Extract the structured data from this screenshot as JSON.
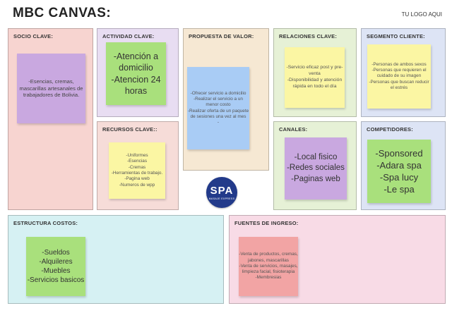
{
  "header": {
    "title": "MBC  CANVAS:",
    "logo_placeholder": "TU LOGO AQUI"
  },
  "blocks": {
    "socio_clave": {
      "title": "SOCIO CLAVE:",
      "note": "-Esencias, cremas, mascarillas artesanales de trabajadores de Bolivia."
    },
    "actividad_clave": {
      "title": "ACTIVIDAD CLAVE:",
      "note": "-Atención a domicilio\n-Atencion 24 horas"
    },
    "recursos_clave": {
      "title": "RECURSOS CLAVE::",
      "note": "-Uniformes\n-Esencias\n-Cremas\n-Herramientas de trabajo.\n-Pagina web\n-Numeros de wpp"
    },
    "propuesta_valor": {
      "title": "PROPUESTA DE VALOR:",
      "note": "-Ofrecer servicio a domicilio\n-Realizar el servicio a un menor costo\n-Realizar oferta de un paquete de sesiones una vez al mes\n-"
    },
    "relaciones_clave": {
      "title": "RELACIONES CLAVE:",
      "note": "-Servicio eficaz post y pre-venta\n-Disponibilidad y atención rápida en todo el día"
    },
    "canales": {
      "title": "CANALES:",
      "note": "-Local fisico\n-Redes sociales\n-Paginas web"
    },
    "segmento_cliente": {
      "title": "SEGMENTO CLIENTE:",
      "note": "-Personas de ambos sexos\n-Personas que requieren el cuidado de su imagen\n-Personas que buscan reducir el estrés"
    },
    "competidores": {
      "title": "COMPETIDORES:",
      "note": "-Sponsored\n-Adara spa\n-Spa lucy\n-Le spa"
    },
    "estructura_costos": {
      "title": "ESTRUCTURA COSTOS:",
      "note": "-Sueldos\n-Alquileres\n-Muebles\n-Servicios basicos"
    },
    "fuentes_ingreso": {
      "title": "FUENTES DE INGRESO:",
      "note": "-Venta de productos, cremas, jabones, mascarillas\n-Venta de servicios, masajes, limpieza facial, fisioterapia\n-Membresias"
    }
  },
  "logo": {
    "main": "SPA",
    "sub": "MASAJE EXPRESS"
  },
  "colors": {
    "socio_bg": "#f7d4d0",
    "actividad_bg": "#e8ddf2",
    "recursos_bg": "#f6dcd8",
    "propuesta_bg": "#f6e8d3",
    "relaciones_bg": "#e6f1d6",
    "canales_bg": "#e6f1d6",
    "segmento_bg": "#dde4f5",
    "competidores_bg": "#dde4f5",
    "costos_bg": "#d6f1f3",
    "ingresos_bg": "#f8dbe6",
    "note_purple": "#c9a8e0",
    "note_green": "#a9e07c",
    "note_yellow": "#fbf6a3",
    "note_blue": "#a9ccf5",
    "note_red": "#f2a4a4",
    "logo_blue": "#223a8a"
  }
}
